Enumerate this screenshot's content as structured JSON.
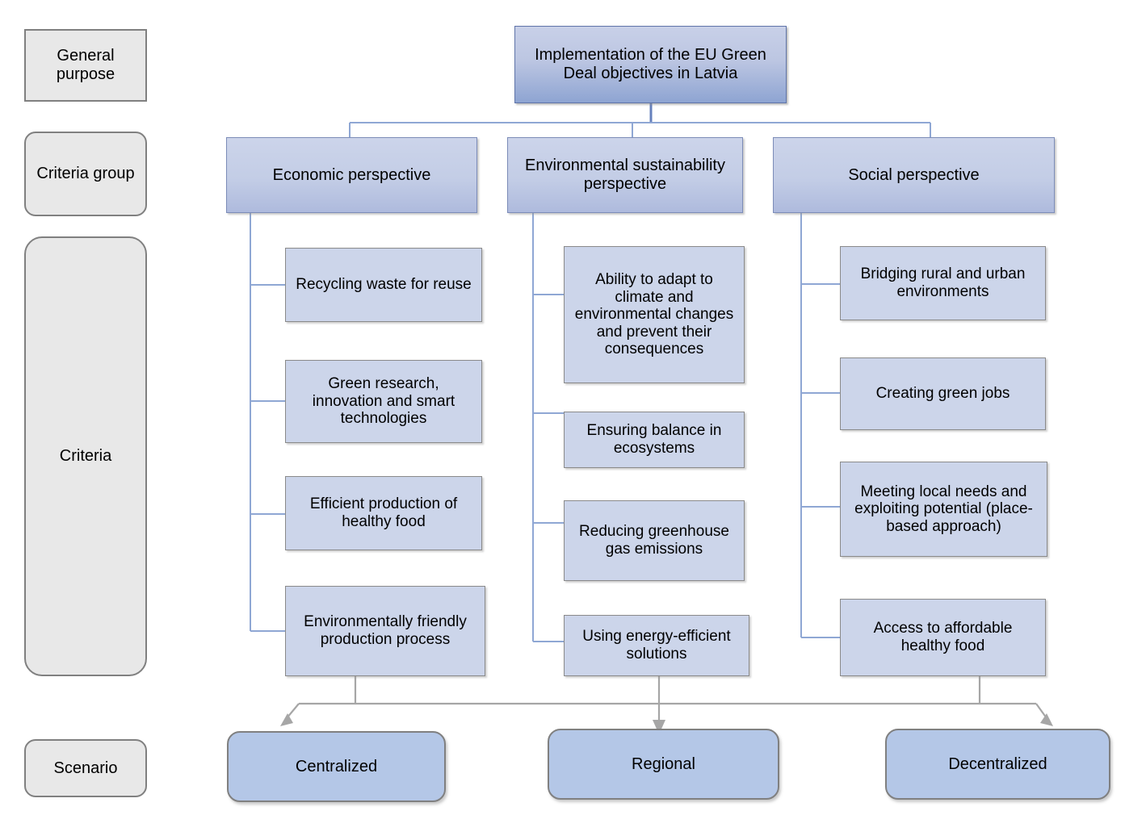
{
  "diagram": {
    "title_text": "Implementation of the EU Green Deal objectives in Latvia",
    "accent_blue": "#b4c7e7",
    "criteria_fill": "#ccd5ea",
    "lane_fill": "#e8e8e8",
    "connector_blue": "#8fa7d4",
    "connector_grey": "#a6a6a6"
  },
  "lanes": [
    {
      "id": "general-purpose",
      "label": "General\npurpose"
    },
    {
      "id": "criteria-group",
      "label": "Criteria\ngroup"
    },
    {
      "id": "criteria",
      "label": "Criteria"
    },
    {
      "id": "scenario",
      "label": "Scenario"
    }
  ],
  "lane_labels": {
    "general_purpose": "General purpose",
    "criteria_group": "Criteria group",
    "criteria": "Criteria",
    "scenario": "Scenario"
  },
  "goal": {
    "label": "Implementation of the EU Green Deal objectives in Latvia"
  },
  "groups": [
    {
      "id": "economic",
      "label": "Economic perspective"
    },
    {
      "id": "environmental",
      "label": "Environmental sustainability perspective"
    },
    {
      "id": "social",
      "label": "Social perspective"
    }
  ],
  "criteria": {
    "economic": [
      "Recycling waste for reuse",
      "Green research, innovation and smart technologies",
      "Efficient production of healthy food",
      "Environmentally friendly production process"
    ],
    "environmental": [
      "Ability to adapt to climate and environmental changes and prevent their consequences",
      "Ensuring balance in ecosystems",
      "Reducing greenhouse gas emissions",
      "Using energy-efficient solutions"
    ],
    "social": [
      "Bridging rural and urban environments",
      "Creating green jobs",
      "Meeting local needs and exploiting potential (place-based approach)",
      "Access to affordable healthy food"
    ]
  },
  "scenarios": [
    {
      "id": "centralized",
      "label": "Centralized"
    },
    {
      "id": "regional",
      "label": "Regional"
    },
    {
      "id": "decentralized",
      "label": "Decentralized"
    }
  ]
}
